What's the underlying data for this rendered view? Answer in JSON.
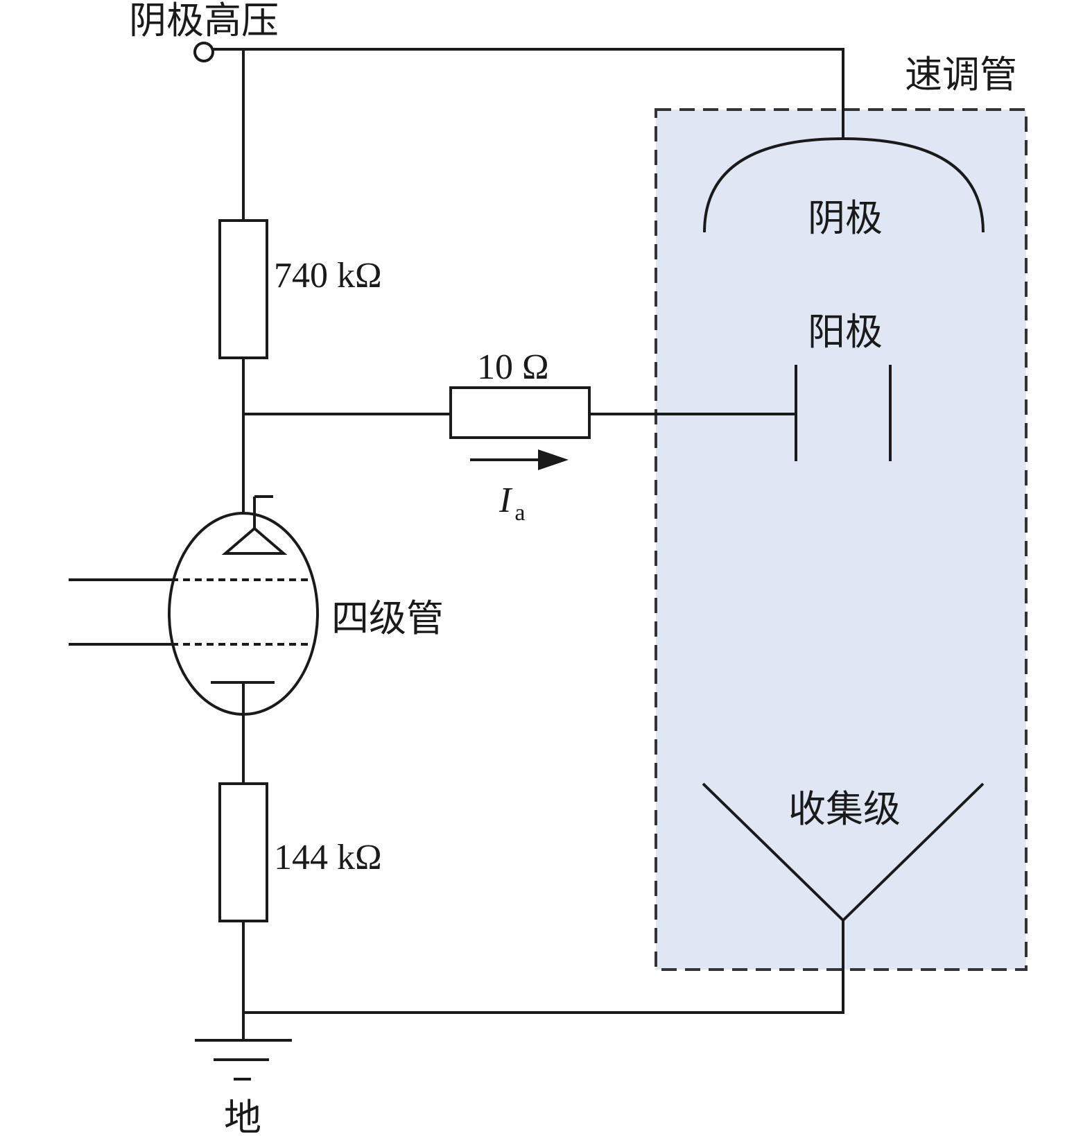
{
  "labels": {
    "cathode_hv": "阴极高压",
    "klystron": "速调管",
    "cathode": "阴极",
    "anode": "阳极",
    "collector": "收集级",
    "tetrode": "四级管",
    "ground": "地",
    "r_top": "740 kΩ",
    "r_mid": "10 Ω",
    "r_bottom": "144 kΩ",
    "current_symbol": "I",
    "current_subscript": "a"
  },
  "colors": {
    "line": "#1a1a1a",
    "klystron_fill": "#dfe6f4",
    "klystron_border": "#333333"
  }
}
